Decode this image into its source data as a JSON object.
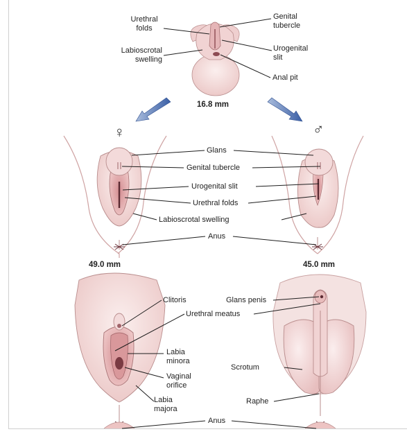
{
  "stage_indifferent": {
    "size": "16.8 mm",
    "labels": {
      "urethral_folds": [
        "Urethral",
        "folds"
      ],
      "labioscrotal_swelling": [
        "Labioscrotal",
        "swelling"
      ],
      "genital_tubercle": [
        "Genital",
        "tubercle"
      ],
      "urogenital_slit": [
        "Urogenital",
        "slit"
      ],
      "anal_pit": "Anal pit"
    }
  },
  "symbols": {
    "female": "♀",
    "male": "♂"
  },
  "stage_middle": {
    "female_size": "49.0 mm",
    "male_size": "45.0 mm",
    "labels": {
      "glans": "Glans",
      "genital_tubercle": "Genital tubercle",
      "urogenital_slit": "Urogenital slit",
      "urethral_folds": "Urethral folds",
      "labioscrotal_swelling": "Labioscrotal swelling",
      "anus": "Anus"
    }
  },
  "stage_final": {
    "female": {
      "clitoris": "Clitoris",
      "labia_minora": [
        "Labia",
        "minora"
      ],
      "vaginal_orifice": [
        "Vaginal",
        "orifice"
      ],
      "labia_majora": [
        "Labia",
        "majora"
      ]
    },
    "male": {
      "glans_penis": "Glans penis",
      "urethral_meatus": "Urethral meatus",
      "scrotum": "Scrotum",
      "raphe": "Raphe"
    },
    "anus": "Anus"
  },
  "colors": {
    "skin_light": "#f7e3e1",
    "skin_mid": "#edc4c3",
    "skin_dark": "#c98a8c",
    "arrow": "#3f62a8"
  }
}
